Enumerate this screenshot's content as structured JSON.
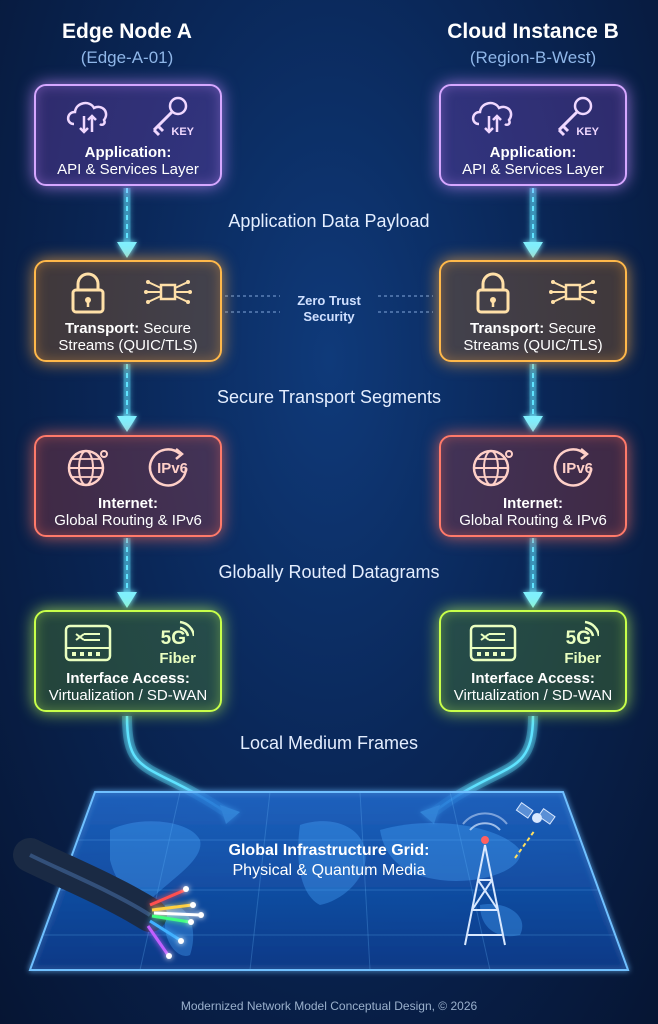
{
  "nodes": [
    {
      "title": "Edge Node A",
      "subtitle": "(Edge-A-01)",
      "layers": {
        "application": {
          "name": "Application:",
          "desc": "API & Services Layer",
          "badge": "KEY"
        },
        "transport": {
          "name": "Transport:",
          "desc_1": " Secure",
          "desc_2": "Streams (QUIC/TLS)"
        },
        "internet": {
          "name": "Internet:",
          "desc": "Global Routing & IPv6",
          "badge": "IPv6"
        },
        "access": {
          "name": "Interface Access:",
          "desc": "Virtualization / SD-WAN",
          "badge_1": "5G",
          "badge_2": "Fiber"
        }
      }
    },
    {
      "title": "Cloud Instance B",
      "subtitle": "(Region-B-West)",
      "layers": {
        "application": {
          "name": "Application:",
          "desc": "API & Services Layer",
          "badge": "KEY"
        },
        "transport": {
          "name": "Transport:",
          "desc_1": " Secure",
          "desc_2": "Streams (QUIC/TLS)"
        },
        "internet": {
          "name": "Internet:",
          "desc": "Global Routing & IPv6",
          "badge": "IPv6"
        },
        "access": {
          "name": "Interface Access:",
          "desc": "Virtualization / SD-WAN",
          "badge_1": "5G",
          "badge_2": "Fiber"
        }
      }
    }
  ],
  "flows": {
    "application": "Application Data Payload",
    "transport": "Secure Transport Segments",
    "internet": "Globally Routed Datagrams",
    "access": "Local Medium Frames"
  },
  "zero_trust": {
    "line_1": "Zero Trust",
    "line_2": "Security"
  },
  "infrastructure": {
    "title": "Global Infrastructure Grid:",
    "subtitle": "Physical & Quantum Media"
  },
  "footer": "Modernized Network Model Conceptual Design, © 2026",
  "colors": {
    "application": "#d6a7ff",
    "transport": "#ffb84a",
    "internet": "#ff7a6a",
    "access": "#c8ff4a",
    "flow": "#5fe3ff",
    "grid": "#3aa0ff"
  },
  "icons": {
    "application": [
      "cloud-sync-icon",
      "key-icon"
    ],
    "transport": [
      "lock-icon",
      "circuit-chip-icon"
    ],
    "internet": [
      "globe-icon",
      "ipv6-refresh-icon"
    ],
    "access": [
      "router-switch-icon",
      "wireless-signal-icon"
    ],
    "infrastructure": [
      "fiber-cable-icon",
      "radio-tower-icon",
      "satellite-icon"
    ]
  }
}
